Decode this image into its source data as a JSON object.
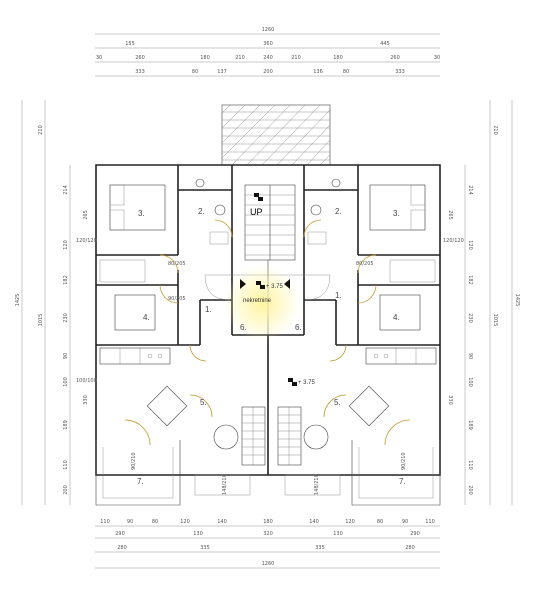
{
  "dims": {
    "top_total": "1260",
    "top_row1": [
      "155",
      "360",
      "445"
    ],
    "top_row2": [
      "30",
      "260",
      "180",
      "210",
      "240",
      "210",
      "180",
      "260",
      "30"
    ],
    "top_row3": [
      "333",
      "80",
      "137",
      "200",
      "136",
      "80",
      "333"
    ],
    "bottom_row1": [
      "110",
      "90",
      "80",
      "120",
      "140",
      "180",
      "140",
      "120",
      "80",
      "90",
      "110"
    ],
    "bottom_row2": [
      "290",
      "130",
      "320",
      "130",
      "290"
    ],
    "bottom_row3": [
      "280",
      "335",
      "335",
      "280"
    ],
    "bottom_total": "1260",
    "left_outer": "1425",
    "left_mid": "1015",
    "left_top": "210",
    "left_row": [
      "214",
      "265",
      "120",
      "182",
      "230",
      "90",
      "100",
      "330",
      "189",
      "110",
      "200"
    ],
    "right_outer": "1425",
    "right_mid": "1015",
    "right_top": "210",
    "right_row": [
      "214",
      "265",
      "120",
      "182",
      "230",
      "90",
      "100",
      "330",
      "189",
      "110",
      "200"
    ],
    "openings": [
      "90/205",
      "80/205",
      "80/205",
      "90/210",
      "90/210",
      "148/210",
      "148/210",
      "120/120",
      "120/120",
      "100/100"
    ]
  },
  "rooms": {
    "bedroom_left": "3.",
    "bedroom_right": "3.",
    "bath_left": "2.",
    "bath_right": "2.",
    "room4_left": "4.",
    "room4_right": "4.",
    "hall_left": "1.",
    "hall_right": "1.",
    "stair_left": "6.",
    "stair_right": "6.",
    "living_left": "5.",
    "living_right": "5.",
    "terrace_left": "7.",
    "terrace_right": "7."
  },
  "labels": {
    "up": "UP",
    "level_mid": "+ 3.75",
    "level_low": "+ 3.75",
    "watermark": "nekretnine"
  },
  "colors": {
    "line": "#222222",
    "door": "#c69a2c",
    "highlight": "#fff2a0"
  }
}
